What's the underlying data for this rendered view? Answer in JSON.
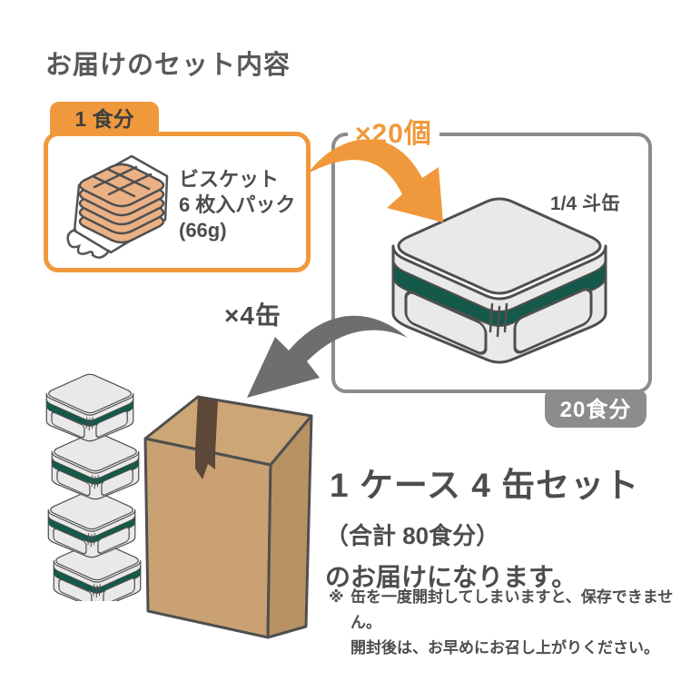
{
  "title": "お届けのセット内容",
  "serving_panel": {
    "tab_label": "1 食分",
    "item_lines": {
      "line1": "ビスケット",
      "line2": "6 枚入パック",
      "line3": "(66g)"
    }
  },
  "can_panel": {
    "multiplier_label": "×20個",
    "can_label": "1/4 斗缶",
    "badge_label": "20食分"
  },
  "case_group": {
    "multiplier_label": "×4缶"
  },
  "summary": {
    "line1": "1 ケース 4 缶セット",
    "line2": "（合計 80食分）",
    "line3": "のお届けになります。"
  },
  "notes": {
    "marker": "※",
    "line1": "缶を一度開封してしまいますと、保存できません。",
    "line2": "開封後は、お早めにお召し上がりください。"
  },
  "colors": {
    "accent_orange": "#F0993C",
    "band_green": "#14594A",
    "frame_gray": "#8C8C8C",
    "text_dark": "#4D4D4D",
    "cardboard_tan": "#C9A173"
  }
}
